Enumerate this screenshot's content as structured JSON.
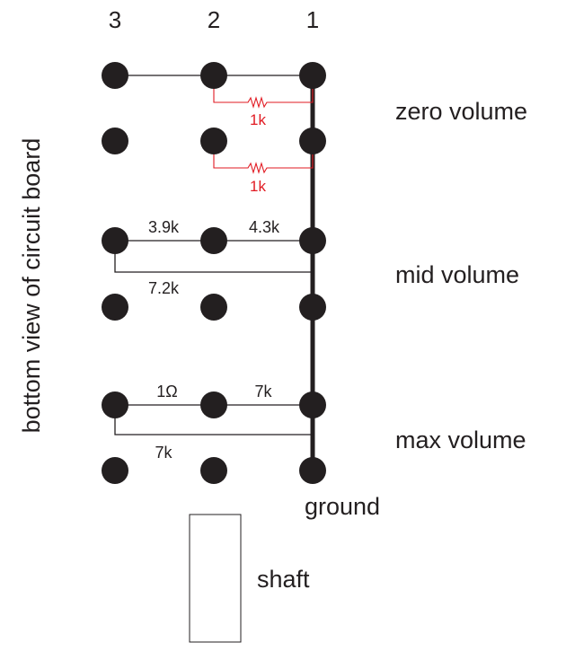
{
  "columns": [
    "3",
    "2",
    "1"
  ],
  "side_label": "bottom view of circuit board",
  "states": {
    "zero": "zero volume",
    "mid": "mid volume",
    "max": "max volume"
  },
  "resistors": {
    "zero_top": "1k",
    "zero_bottom": "1k",
    "mid_left": "3.9k",
    "mid_right": "4.3k",
    "mid_long": "7.2k",
    "max_left": "1Ω",
    "max_right": "7k",
    "max_long": "7k"
  },
  "ground_label": "ground",
  "shaft_label": "shaft",
  "colors": {
    "ink": "#231f20",
    "resistor_red": "#e11a22"
  }
}
